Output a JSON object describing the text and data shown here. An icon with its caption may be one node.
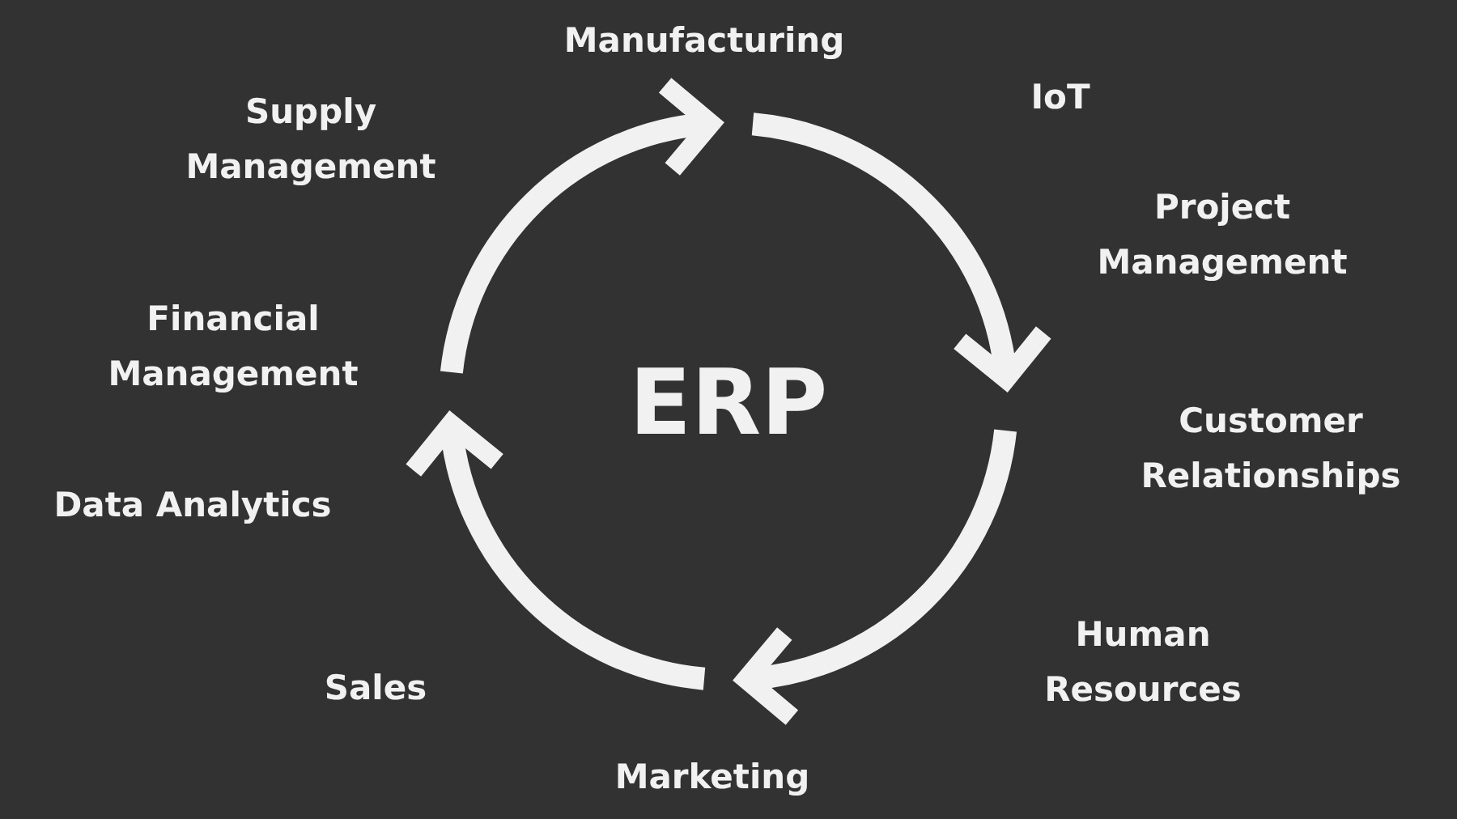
{
  "diagram": {
    "labels": [
      "Manufacturing",
      "IoT",
      "Supply Management",
      "Project Management",
      "Financial Management",
      "ERP",
      "Customer Relationships",
      "Data Analytics",
      "Human Resources",
      "Sales",
      "Marketing"
    ]
  }
}
